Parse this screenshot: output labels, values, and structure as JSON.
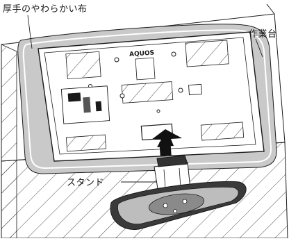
{
  "labels": {
    "cloth": "厚手のやわらかい布",
    "worktable": "作業台",
    "stand": "スタンド"
  },
  "logo_text": "AQUOS",
  "colors": {
    "line": "#1a1a1a",
    "cloth": "#c8c8c8",
    "tv": "#ffffff",
    "arrow": "#111111"
  },
  "icons": [
    "arrow-up-icon"
  ]
}
